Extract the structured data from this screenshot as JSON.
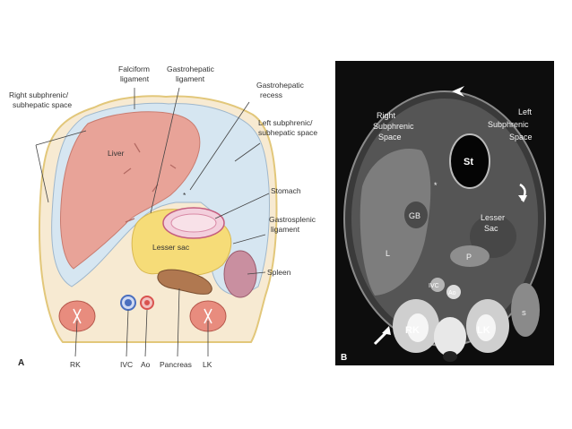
{
  "panel_a": {
    "letter": "A",
    "labels": {
      "falciform": [
        "Falciform",
        "ligament"
      ],
      "gastrohepatic_lig": [
        "Gastrohepatic",
        "ligament"
      ],
      "gastrohepatic_recess": [
        "Gastrohepatic",
        "recess"
      ],
      "right_subphrenic": [
        "Right subphrenic/",
        "subhepatic space"
      ],
      "left_subphrenic": [
        "Left subphrenic/",
        "subhepatic space"
      ],
      "liver": "Liver",
      "stomach": "Stomach",
      "gastrosplenic": [
        "Gastrosplenic",
        "ligament"
      ],
      "lesser_sac": "Lesser sac",
      "spleen": "Spleen",
      "rk": "RK",
      "ivc": "IVC",
      "ao": "Ao",
      "pancreas": "Pancreas",
      "lk": "LK",
      "star": "*"
    },
    "colors": {
      "outline": "#e2c77a",
      "liver": "#e8a398",
      "space": "#cfe1ee",
      "lesser_sac": "#f6dc78",
      "stomach": "#f3cfdc",
      "spleen": "#c98fa0",
      "pancreas": "#b07850",
      "kidney": "#e88c7e",
      "ivc": "#4a6fbf",
      "ao": "#d9534f"
    }
  },
  "panel_b": {
    "letter": "B",
    "labels": {
      "right_subphrenic": [
        "Right",
        "Subphrenic",
        "Space"
      ],
      "left_subphrenic": [
        "Left",
        "Subphrenic",
        "Space"
      ],
      "st": "St",
      "star": "*",
      "gb": "GB",
      "lesser_sac": [
        "Lesser",
        "Sac"
      ],
      "l": "L",
      "p": "P",
      "ivc": "IVC",
      "ao": "Ao",
      "rk": "RK",
      "lk": "LK",
      "s": "S"
    }
  }
}
